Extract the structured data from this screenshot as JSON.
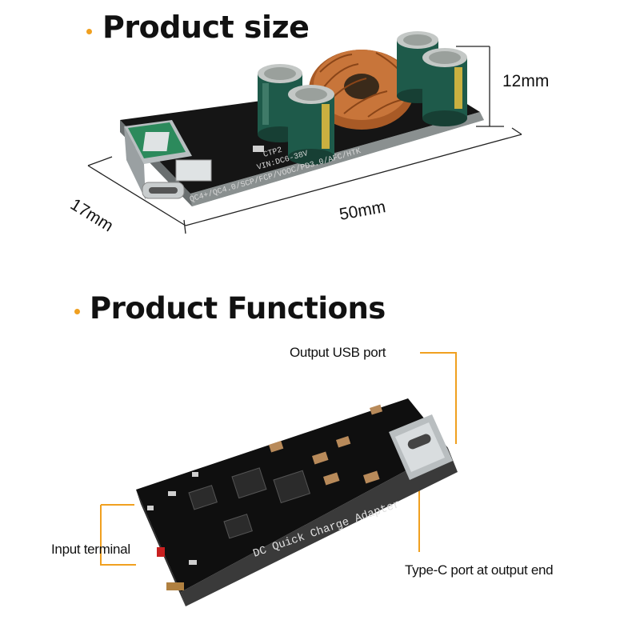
{
  "sections": {
    "size": {
      "title": "Product size"
    },
    "functions": {
      "title": "Product Functions"
    }
  },
  "dimensions": {
    "height": "12mm",
    "width": "17mm",
    "length": "50mm"
  },
  "board_top": {
    "silkscreen_line1": "CTP2",
    "silkscreen_line2": "VIN:DC6-38V",
    "silkscreen_line3": "QC4+/QC4.0/SCP/FCP/VOOC/PD3.0/AFC/HTK"
  },
  "board_bottom": {
    "silkscreen": "DC Quick Charge Adapter"
  },
  "callouts": {
    "output_usb": "Output USB port",
    "input_terminal": "Input terminal",
    "type_c": "Type-C port at output end"
  },
  "colors": {
    "accent": "#f0a020",
    "pcb": "#141414",
    "capacitor": "#1e5a4a",
    "copper": "#c87533"
  }
}
